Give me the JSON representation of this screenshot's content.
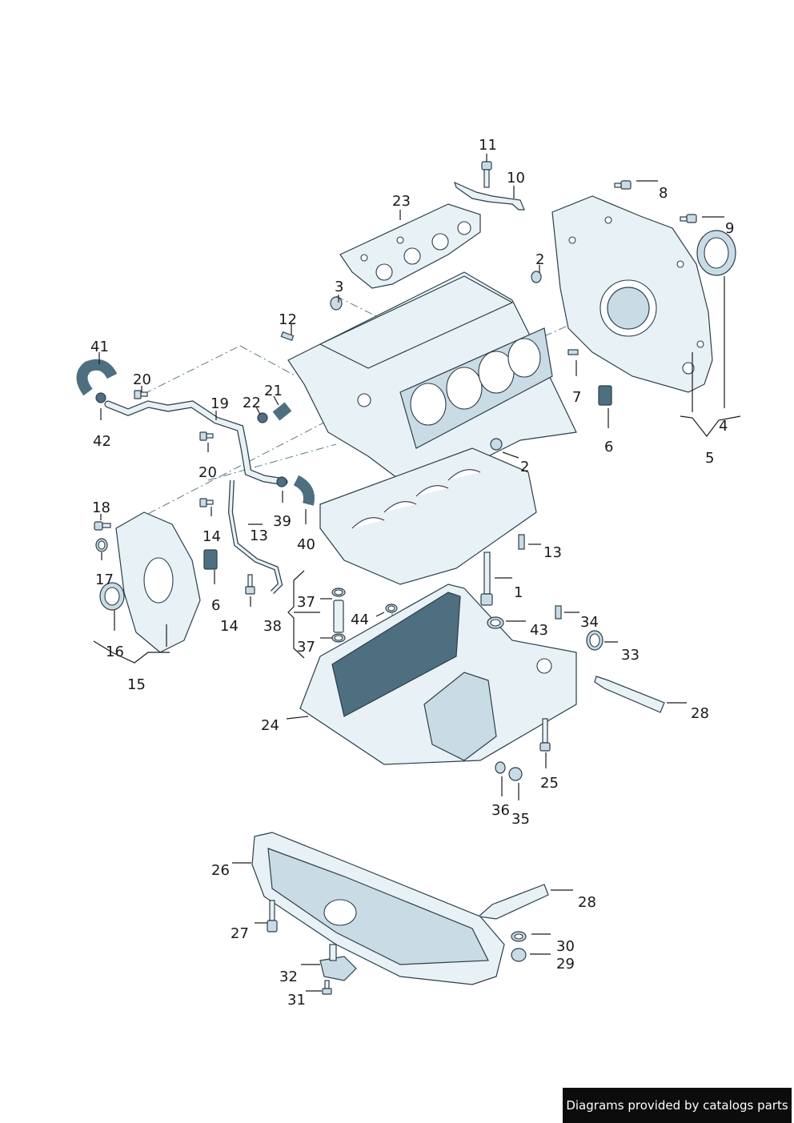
{
  "labels": {
    "l1": "1",
    "l2a": "2",
    "l2b": "2",
    "l3": "3",
    "l4": "4",
    "l5": "5",
    "l6a": "6",
    "l6b": "6",
    "l7": "7",
    "l8": "8",
    "l9": "9",
    "l10": "10",
    "l11": "11",
    "l12": "12",
    "l13a": "13",
    "l13b": "13",
    "l14a": "14",
    "l14b": "14",
    "l15": "15",
    "l16": "16",
    "l17": "17",
    "l18": "18",
    "l19": "19",
    "l20a": "20",
    "l20b": "20",
    "l21": "21",
    "l22": "22",
    "l23": "23",
    "l24": "24",
    "l25": "25",
    "l26": "26",
    "l27": "27",
    "l28a": "28",
    "l28b": "28",
    "l29": "29",
    "l30": "30",
    "l31": "31",
    "l32": "32",
    "l33": "33",
    "l34": "34",
    "l35": "35",
    "l36": "36",
    "l37a": "37",
    "l37b": "37",
    "l38": "38",
    "l39": "39",
    "l40": "40",
    "l41": "41",
    "l42": "42",
    "l43": "43",
    "l44": "44"
  },
  "footer": {
    "text": "Diagrams provided by catalogs parts"
  }
}
